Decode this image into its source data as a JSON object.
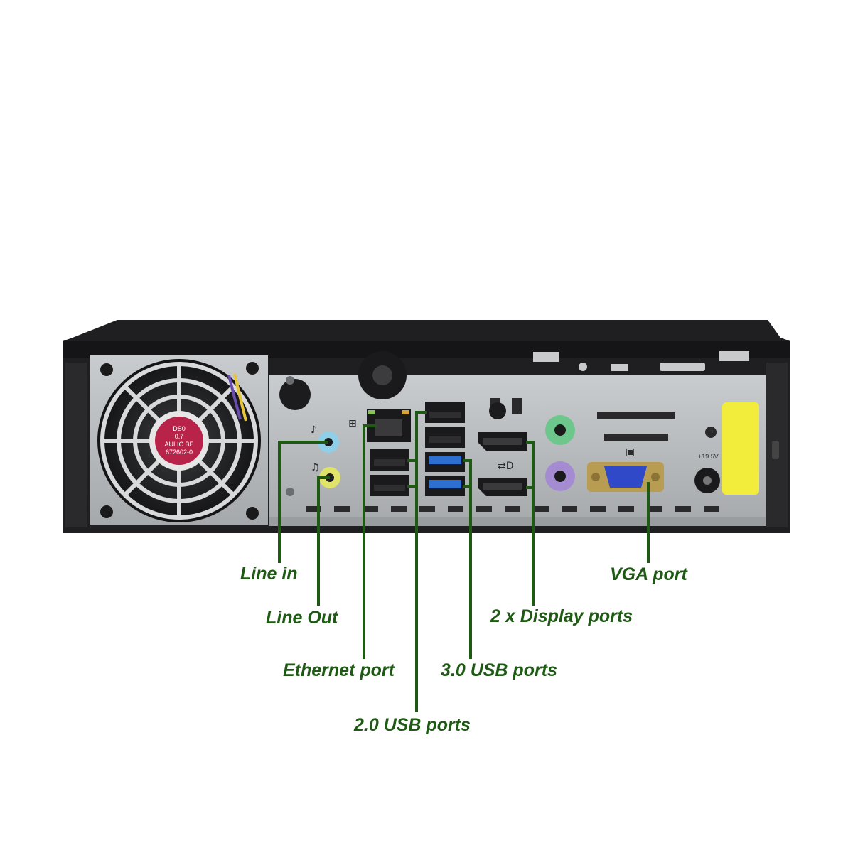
{
  "colors": {
    "label": "#1e5a14",
    "leader": "#1e5a14",
    "chassis": "#1f1f21",
    "io_plate": "#b9bcbf",
    "usb3_blue": "#2d6fd0",
    "line_in": "#8fd0e8",
    "line_out": "#dfe36a",
    "ps2_keyboard": "#a58bd1",
    "ps2_mouse": "#6dc78c",
    "vga": "#2f49c8",
    "sticker": "#f2ec3b"
  },
  "device": {
    "fan_label_lines": [
      "DS0",
      "0.7",
      "AULIC BE",
      "672602-0"
    ],
    "power_rating": "+19.5V"
  },
  "callouts": [
    {
      "id": "line-in",
      "label": "Line in"
    },
    {
      "id": "line-out",
      "label": "Line Out"
    },
    {
      "id": "ethernet",
      "label": "Ethernet port"
    },
    {
      "id": "usb2",
      "label": "2.0 USB ports"
    },
    {
      "id": "usb3",
      "label": "3.0 USB ports"
    },
    {
      "id": "displayport",
      "label": "2 x Display ports"
    },
    {
      "id": "vga",
      "label": "VGA port"
    }
  ]
}
